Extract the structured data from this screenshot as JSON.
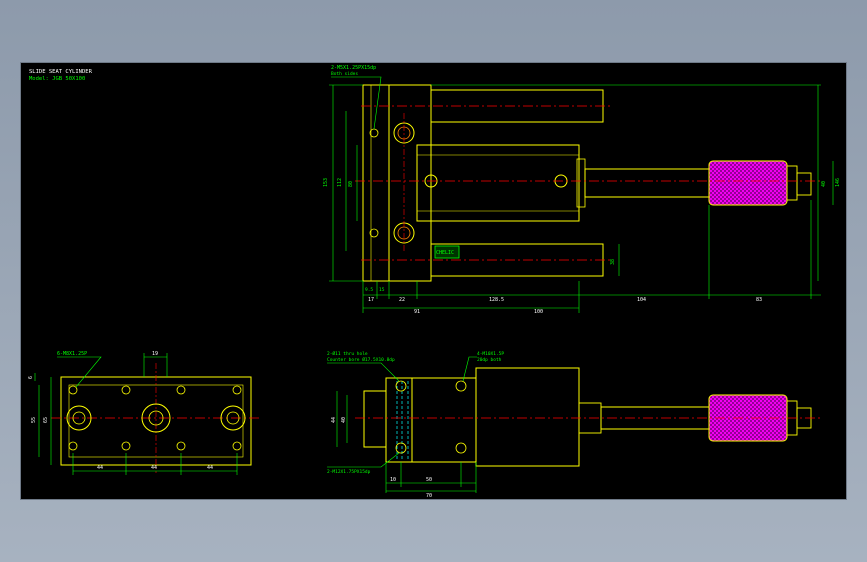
{
  "title_block": {
    "title": "SLIDE SEAT CYLINDER",
    "model": "Model: JGB 50X100"
  },
  "top_view": {
    "note_ports": "2-M5X1.25PX15dp",
    "note_ports_sub": "Both sides",
    "dim_153": "153",
    "dim_inner_a": "112",
    "dim_inner_b": "80",
    "dim_ext": "38",
    "dim_right": "40",
    "dim_right2": "146",
    "dim_9": "9.5",
    "dim_15": "15",
    "dim_17": "17",
    "dim_22": "22",
    "dim_128": "128.5",
    "dim_104": "104",
    "dim_83": "83",
    "dim_91": "91",
    "dim_100": "100",
    "brand": "CHELIC"
  },
  "left_view": {
    "note_holes": "6-M8X1.25P",
    "dim_19": "19",
    "dim_6": "6",
    "dim_55": "55",
    "dim_65": "65",
    "dim_44a": "44",
    "dim_44b": "44",
    "dim_44c": "44"
  },
  "bottom_view": {
    "note_holes_a": "2-Ø11 thru hole",
    "note_holes_a_sub": "Counter bore Ø17.5X10.8dp",
    "note_taps": "4-M10X1.5P",
    "note_taps_sub": "20dp both",
    "note_ports_b": "2-M12X1.75PX15dp",
    "dim_44": "44",
    "dim_40": "40",
    "dim_10": "10",
    "dim_50": "50",
    "dim_70": "70"
  }
}
